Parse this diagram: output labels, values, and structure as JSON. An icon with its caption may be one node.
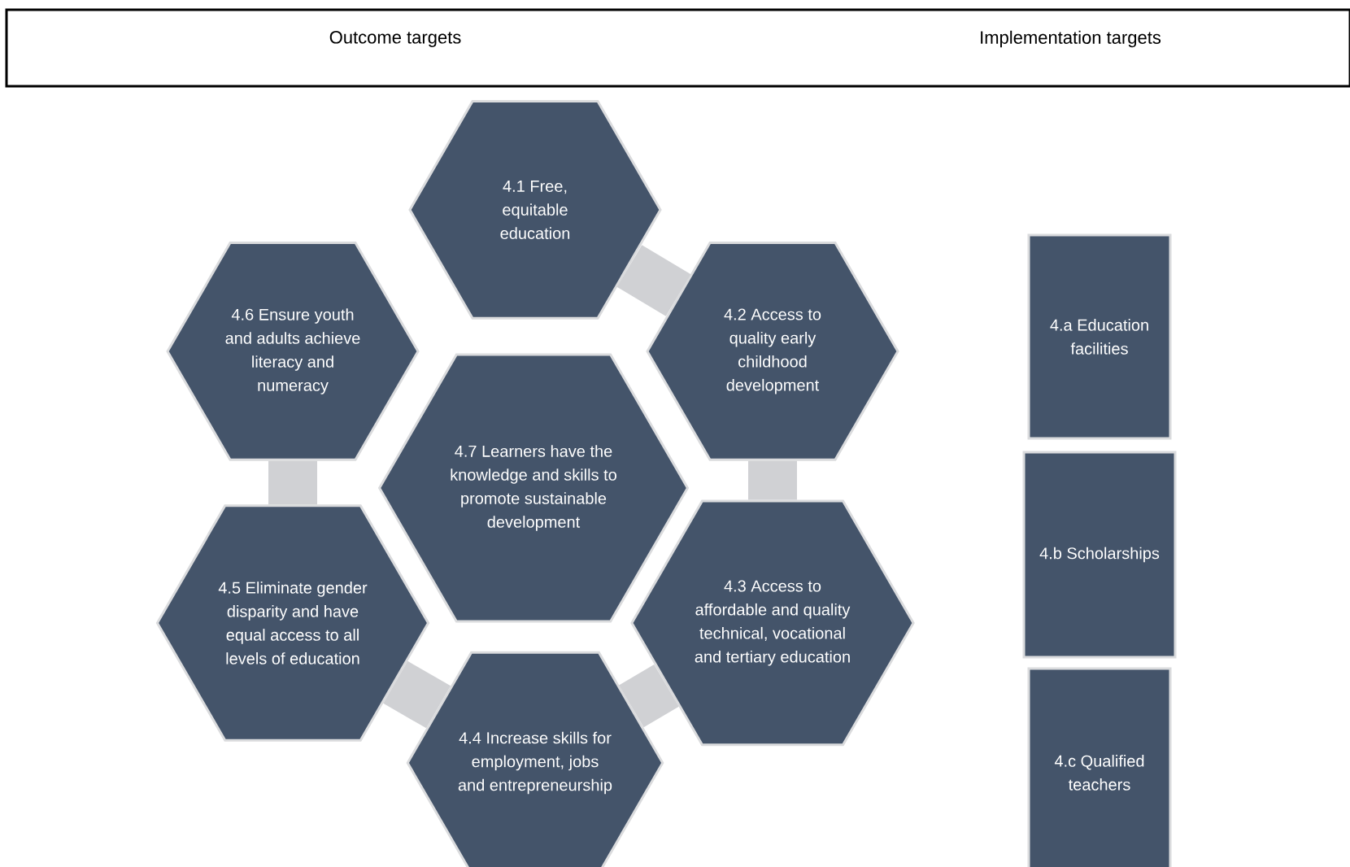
{
  "diagram": {
    "nodes": [
      {
        "text": [
          "Outcome targets",
          "Implementation targets"
        ]
      },
      {
        "text": [
          "4.1 Free, equitable education"
        ]
      },
      {
        "text": [
          "4.2 Access to quality early childhood development"
        ]
      },
      {
        "text": [
          "4.3 Access to affordable and quality technical, vocational and tertiary education"
        ]
      },
      {
        "text": [
          "4.4 Increase skills for employment, jobs and entrepreneurship"
        ]
      },
      {
        "text": [
          "4.5 Eliminate gender disparity and have equal access to all levels of education"
        ]
      },
      {
        "text": [
          "4.6 Ensure youth and adults achieve literacy and numeracy"
        ]
      },
      {
        "text": [
          "4.7 Learners have the knowledge and skills to promote sustainable development"
        ]
      },
      {
        "text": [
          "4.a Education facilities"
        ]
      },
      {
        "text": [
          "4.b Scholarships"
        ]
      },
      {
        "text": [
          "4.c Qualified teachers"
        ]
      }
    ],
    "edges": [
      {
        "from": 1,
        "to": 2,
        "arrow": "none",
        "color": "#d0d1d4"
      },
      {
        "from": 2,
        "to": 3,
        "arrow": "none",
        "color": "#d0d1d4"
      },
      {
        "from": 3,
        "to": 4,
        "arrow": "none",
        "color": "#d0d1d4"
      },
      {
        "from": 4,
        "to": 5,
        "arrow": "none",
        "color": "#d0d1d4"
      },
      {
        "from": 5,
        "to": 6,
        "arrow": "none",
        "color": "#d0d1d4"
      }
    ]
  }
}
